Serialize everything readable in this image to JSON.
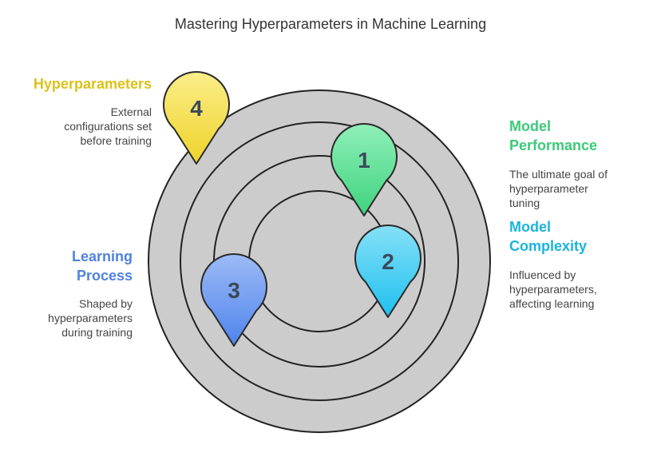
{
  "title": "Mastering Hyperparameters in Machine Learning",
  "items": [
    {
      "number": "1",
      "label_lines": [
        "Model",
        "Performance"
      ],
      "description_lines": [
        "The ultimate goal of",
        "hyperparameter",
        "tuning"
      ],
      "color": "#3cc97a"
    },
    {
      "number": "2",
      "label_lines": [
        "Model",
        "Complexity"
      ],
      "description_lines": [
        "Influenced by",
        "hyperparameters,",
        "affecting learning"
      ],
      "color": "#1ab4dc"
    },
    {
      "number": "3",
      "label_lines": [
        "Learning",
        "Process"
      ],
      "description_lines": [
        "Shaped by",
        "hyperparameters",
        "during training"
      ],
      "color": "#4f82e0"
    },
    {
      "number": "4",
      "label_lines": [
        "Hyperparameters"
      ],
      "description_lines": [
        "External",
        "configurations set",
        "before training"
      ],
      "color": "#e2c41e"
    }
  ]
}
